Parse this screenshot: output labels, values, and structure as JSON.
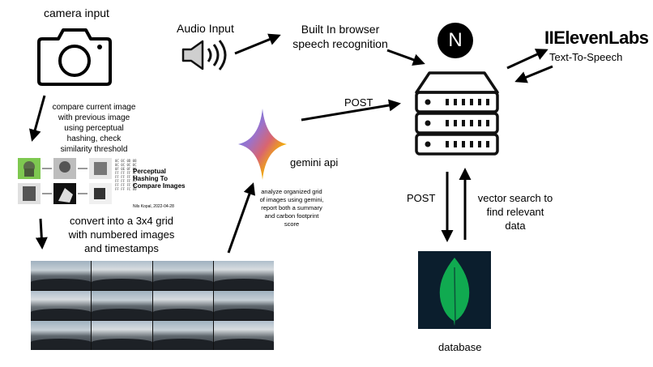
{
  "camera": {
    "label": "camera input",
    "icon": "camera-icon"
  },
  "compare_note": [
    "compare current image",
    "with previous image",
    "using perceptual",
    "hashing, check",
    "similarity threshold"
  ],
  "hash_figure": {
    "title_line1": "Perceptual",
    "title_line2": "Hashing To",
    "title_line3": "Compare Images",
    "credit": "Nils Kopal, 2022-04-28",
    "hex_rows": [
      "0C 0C 0D 0B",
      "0C 0C 0C 0C",
      "0F 0E 0F 0E",
      "FF FF FF 7F",
      "FF FF FF FF",
      "FF FF FF FF",
      "FF FF FF FC",
      "FF FF FC 80"
    ]
  },
  "grid_note": [
    "convert into a 3x4 grid",
    "with numbered images",
    "and timestamps"
  ],
  "audio": {
    "label": "Audio Input",
    "icon": "speaker-icon"
  },
  "speech": {
    "lines": [
      "Built In browser",
      "speech recognition"
    ]
  },
  "nextjs": {
    "letter": "N",
    "icon": "nextjs-logo"
  },
  "elevenlabs": {
    "brand": "IIElevenLabs",
    "caption": "Text-To-Speech"
  },
  "gemini": {
    "label": "gemini api",
    "icon": "gemini-star-icon"
  },
  "gemini_note": [
    "analyze organized grid",
    "of images using gemini,",
    "report both a summary",
    "and carbon footprint",
    "score"
  ],
  "post_top": "POST",
  "server": {
    "icon": "server-icon"
  },
  "post_db": "POST",
  "vector_note": [
    "vector search to",
    "find relevant",
    "data"
  ],
  "database": {
    "label": "database",
    "icon": "mongodb-leaf-icon"
  },
  "colors": {
    "leaf": "#10aa50",
    "db_bg": "#0b1e2d",
    "arrow": "#000000"
  }
}
